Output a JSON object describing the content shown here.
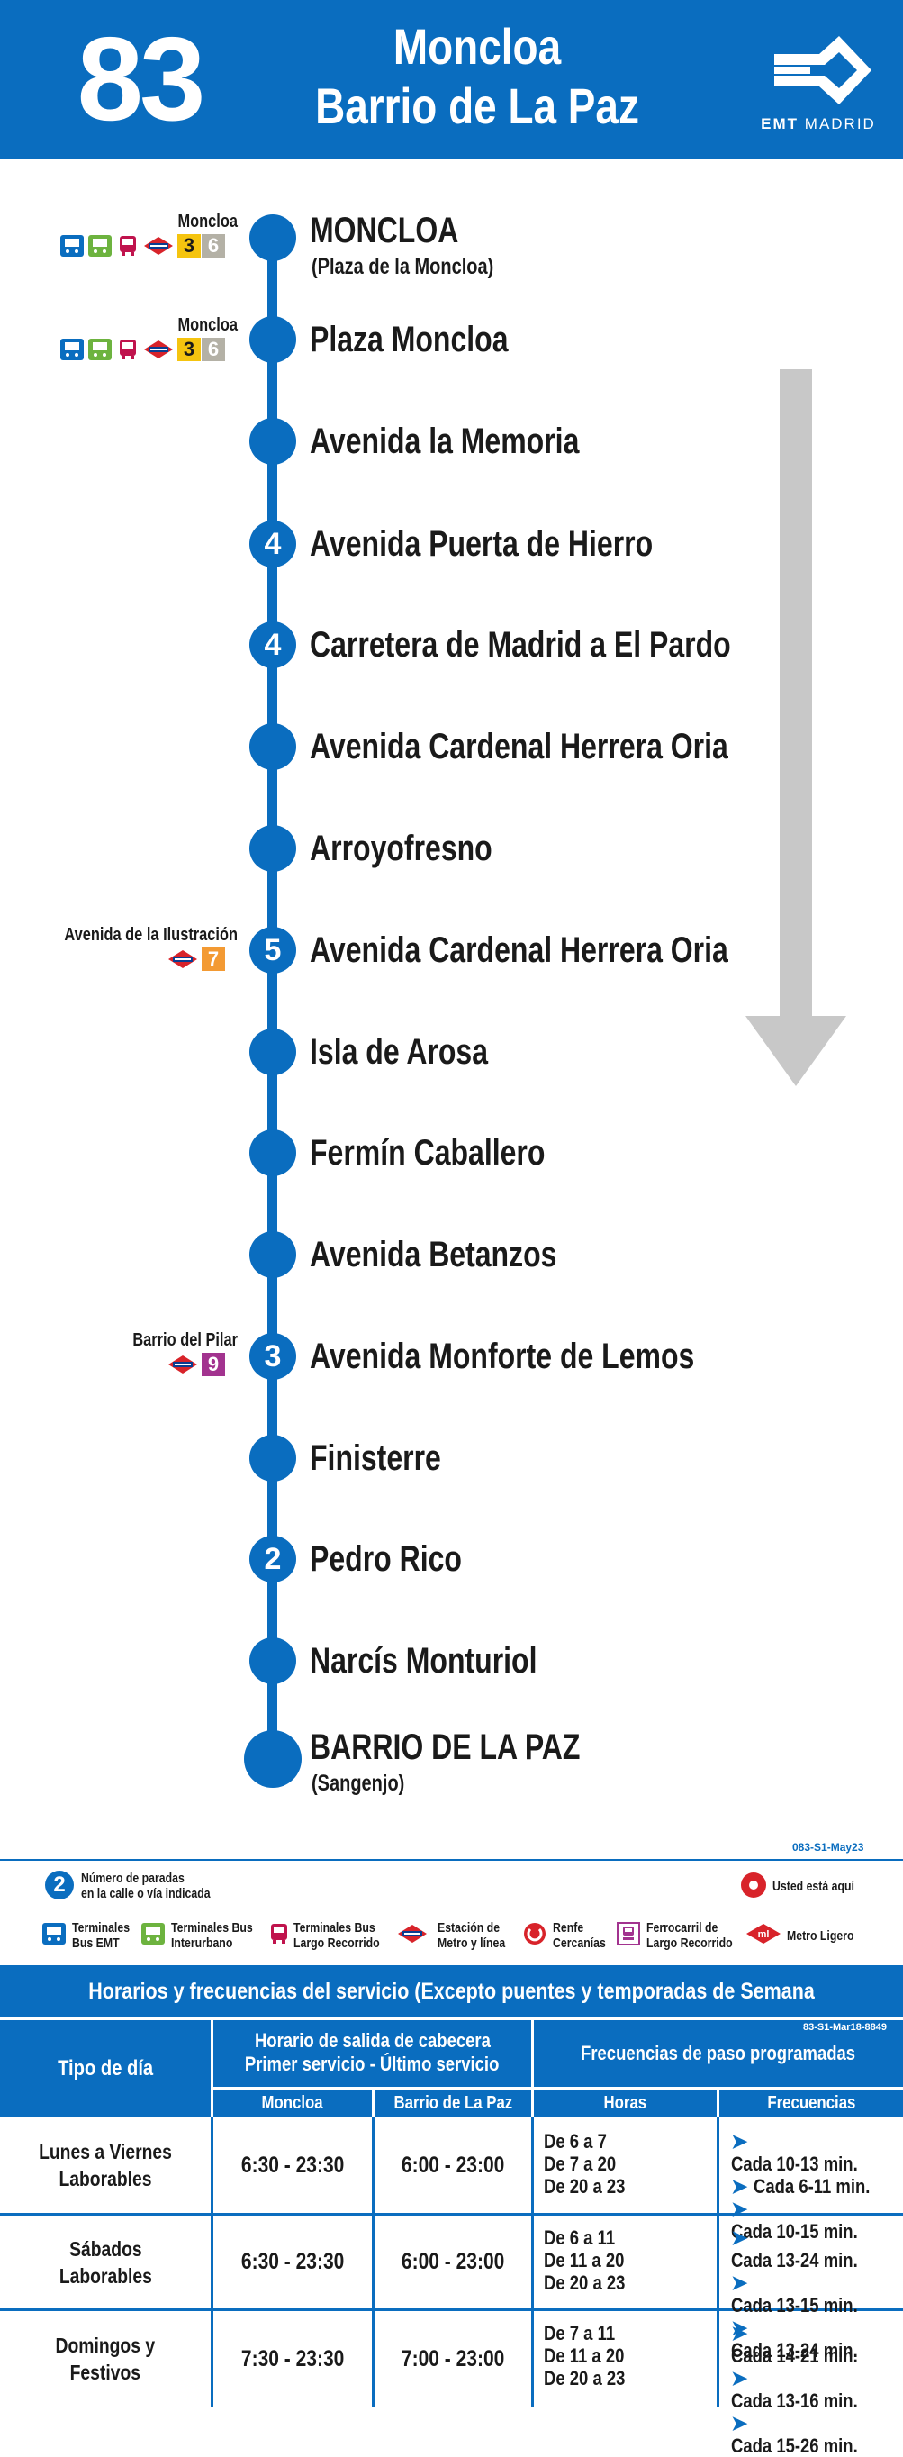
{
  "header": {
    "route_number": "83",
    "origin": "Moncloa",
    "destination": "Barrio de La Paz",
    "operator_prefix": "EMT",
    "operator_city": "MADRID"
  },
  "colors": {
    "emt_blue": "#0a6dbf",
    "metro_line_3": "#f5c40f",
    "metro_line_6": "#b4b1a6",
    "metro_line_7": "#f39a33",
    "metro_line_9": "#a2338f",
    "direction_arrow": "#c8c8c8"
  },
  "stops": [
    {
      "name": "MONCLOA",
      "sub": "(Plaza de la Moncloa)",
      "count": ""
    },
    {
      "name": "Plaza Moncloa",
      "sub": "",
      "count": ""
    },
    {
      "name": "Avenida la Memoria",
      "sub": "",
      "count": ""
    },
    {
      "name": "Avenida Puerta de Hierro",
      "sub": "",
      "count": "4"
    },
    {
      "name": "Carretera de Madrid a El Pardo",
      "sub": "",
      "count": "4"
    },
    {
      "name": "Avenida Cardenal Herrera Oria",
      "sub": "",
      "count": ""
    },
    {
      "name": "Arroyofresno",
      "sub": "",
      "count": ""
    },
    {
      "name": "Avenida Cardenal Herrera Oria",
      "sub": "",
      "count": "5"
    },
    {
      "name": "Isla de Arosa",
      "sub": "",
      "count": ""
    },
    {
      "name": "Fermín Caballero",
      "sub": "",
      "count": ""
    },
    {
      "name": "Avenida Betanzos",
      "sub": "",
      "count": ""
    },
    {
      "name": "Avenida Monforte de Lemos",
      "sub": "",
      "count": "3"
    },
    {
      "name": "Finisterre",
      "sub": "",
      "count": ""
    },
    {
      "name": "Pedro Rico",
      "sub": "",
      "count": "2"
    },
    {
      "name": "Narcís Monturiol",
      "sub": "",
      "count": ""
    },
    {
      "name": "BARRIO DE LA PAZ",
      "sub": "(Sangenjo)",
      "count": ""
    }
  ],
  "connections": [
    {
      "station": "Moncloa",
      "lines": [
        "3",
        "6"
      ]
    },
    {
      "station": "Moncloa",
      "lines": [
        "3",
        "6"
      ]
    },
    {
      "station": "Avenida de la Ilustración",
      "lines": [
        "7"
      ]
    },
    {
      "station": "Barrio del Pilar",
      "lines": [
        "9"
      ]
    }
  ],
  "doc_code": "083-S1-May23",
  "legend": {
    "stops_count_number": "2",
    "stops_count": "Número de paradas\nen la calle o vía indicada",
    "you_are_here": "Usted está aquí",
    "items": [
      "Terminales\nBus EMT",
      "Terminales Bus\nInterurbano",
      "Terminales Bus\nLargo Recorrido",
      "Estación de\nMetro y línea",
      "Renfe\nCercanías",
      "Ferrocarril de\nLargo Recorrido",
      "Metro Ligero"
    ]
  },
  "schedule": {
    "title": "Horarios y frecuencias del servicio (Excepto puentes y temporadas de Semana Santa y Verano)",
    "code": "83-S1-Mar18-8849",
    "col_day_type": "Tipo de día",
    "col_departure_1": "Horario de salida de cabecera",
    "col_departure_2": "Primer servicio - Último servicio",
    "col_freq": "Frecuencias de paso programadas",
    "col_origin": "Moncloa",
    "col_dest": "Barrio de La Paz",
    "col_hours": "Horas",
    "col_frequencies": "Frecuencias",
    "rows": [
      {
        "day": "Lunes a Viernes\nLaborables",
        "origin": "6:30 - 23:30",
        "dest": "6:00 - 23:00",
        "hours": [
          "De 6 a 7",
          "De 7 a 20",
          "De 20 a 23"
        ],
        "freqs": [
          "Cada 10-13 min.",
          "Cada 6-11 min.",
          "Cada 10-15 min."
        ]
      },
      {
        "day": "Sábados\nLaborables",
        "origin": "6:30 - 23:30",
        "dest": "6:00 - 23:00",
        "hours": [
          "De 6 a 11",
          "De 11 a 20",
          "De 20 a 23"
        ],
        "freqs": [
          "Cada 13-24 min.",
          "Cada 13-15 min.",
          "Cada 13-24 min."
        ]
      },
      {
        "day": "Domingos y\nFestivos",
        "origin": "7:30 - 23:30",
        "dest": "7:00 - 23:00",
        "hours": [
          "De 7 a 11",
          "De 11 a 20",
          "De 20 a 23"
        ],
        "freqs": [
          "Cada 14-21 min.",
          "Cada 13-16 min.",
          "Cada 15-26 min."
        ]
      }
    ]
  }
}
